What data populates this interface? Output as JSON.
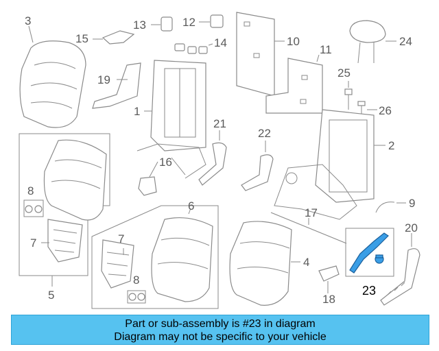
{
  "callouts": [
    "3",
    "13",
    "12",
    "15",
    "14",
    "10",
    "24",
    "11",
    "19",
    "25",
    "1",
    "26",
    "21",
    "22",
    "2",
    "16",
    "8",
    "6",
    "9",
    "17",
    "7",
    "20",
    "4",
    "5",
    "18"
  ],
  "highlight": {
    "label": "23",
    "color": "#3a9ee6"
  },
  "banner": {
    "line1": "Part or sub-assembly is #23 in diagram",
    "line2": "Diagram may not be specific to your vehicle",
    "color": "#56c2f0"
  }
}
